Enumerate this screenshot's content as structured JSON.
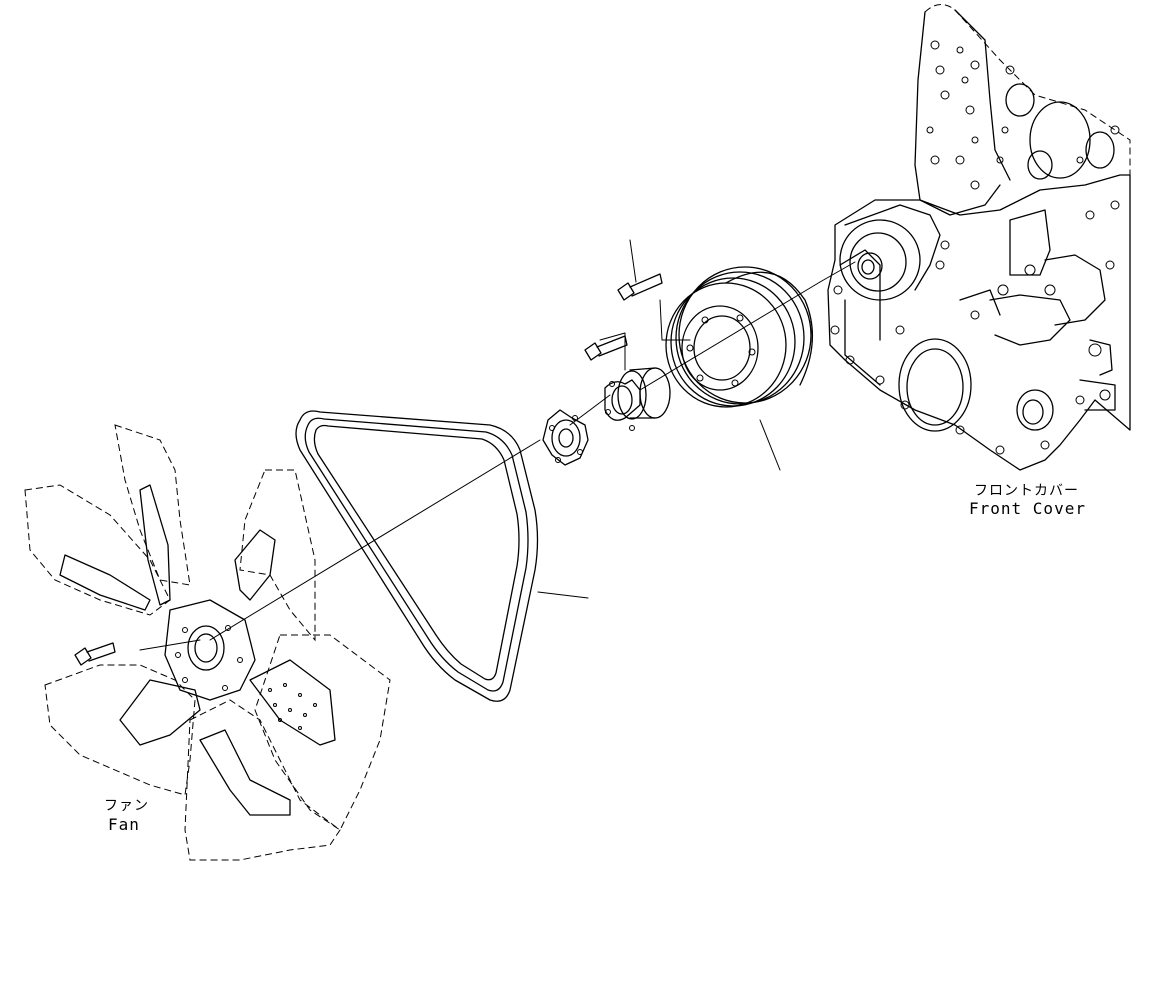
{
  "labels": {
    "fan_jp": "ファン",
    "fan_en": "Fan",
    "front_cover_jp": "フロントカバー",
    "front_cover_en": "Front Cover"
  },
  "parts": [
    {
      "name": "fan",
      "kind": "fan"
    },
    {
      "name": "fan-belt",
      "kind": "v-belt"
    },
    {
      "name": "fan-spacer",
      "kind": "spacer"
    },
    {
      "name": "fan-pulley-hub",
      "kind": "hub"
    },
    {
      "name": "crank-pulley",
      "kind": "pulley"
    },
    {
      "name": "front-cover",
      "kind": "engine-front-cover"
    },
    {
      "name": "bolts",
      "kind": "bolt",
      "count": 3
    }
  ]
}
